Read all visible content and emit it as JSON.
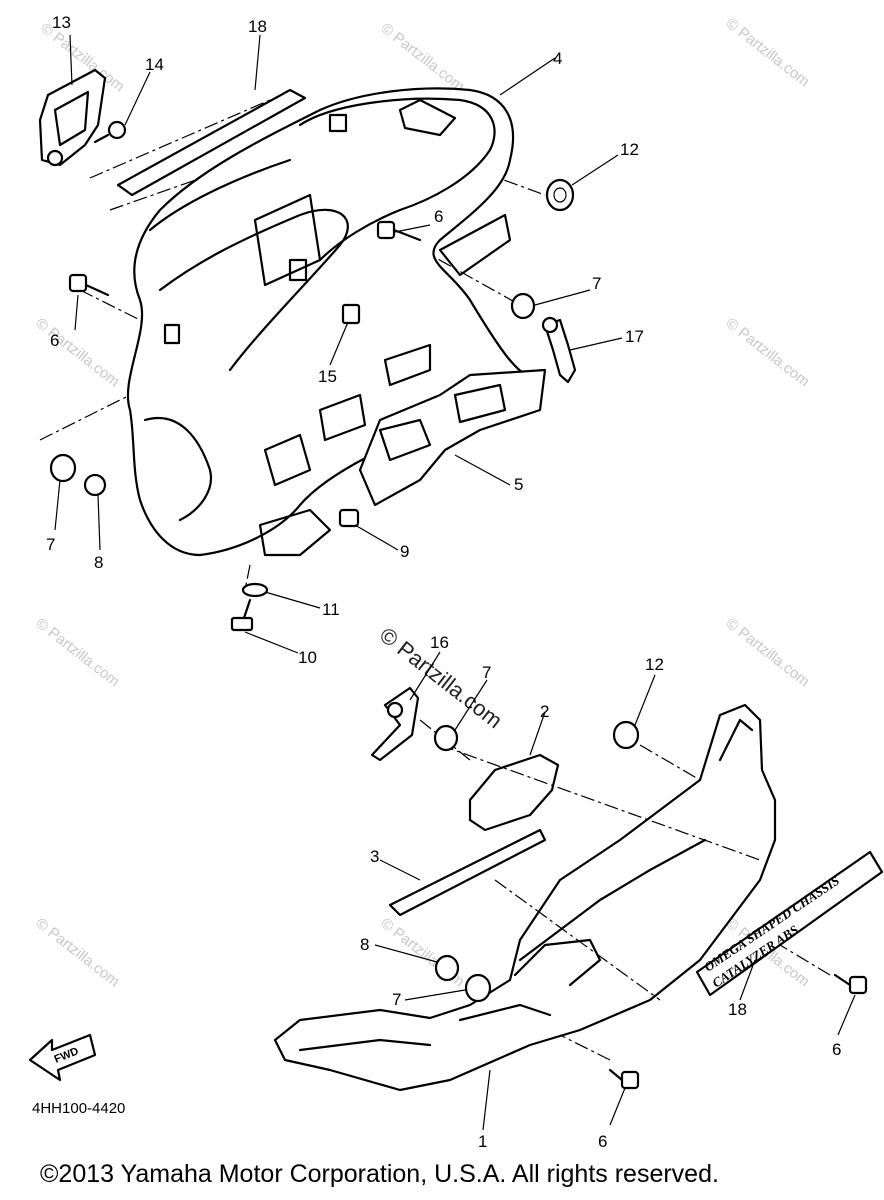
{
  "diagram": {
    "code": "4HH100-4420",
    "copyright": "©2013  Yamaha Motor Corporation, U.S.A. All rights reserved.",
    "watermark": "© Partzilla.com",
    "center_watermark": "© Partzilla.com",
    "fwd_label": "FWD",
    "emblem_line1": "OMEGA SHAPED CHASSIS",
    "emblem_line2": "CATALYZER ABS",
    "callouts": {
      "c1": "1",
      "c2": "2",
      "c3": "3",
      "c4": "4",
      "c5": "5",
      "c6a": "6",
      "c6b": "6",
      "c6c": "6",
      "c6d": "6",
      "c7a": "7",
      "c7b": "7",
      "c7c": "7",
      "c7d": "7",
      "c8a": "8",
      "c8b": "8",
      "c9": "9",
      "c10": "10",
      "c11": "11",
      "c12a": "12",
      "c12b": "12",
      "c13": "13",
      "c14": "14",
      "c15": "15",
      "c16": "16",
      "c17": "17",
      "c18a": "18",
      "c18b": "18"
    }
  }
}
